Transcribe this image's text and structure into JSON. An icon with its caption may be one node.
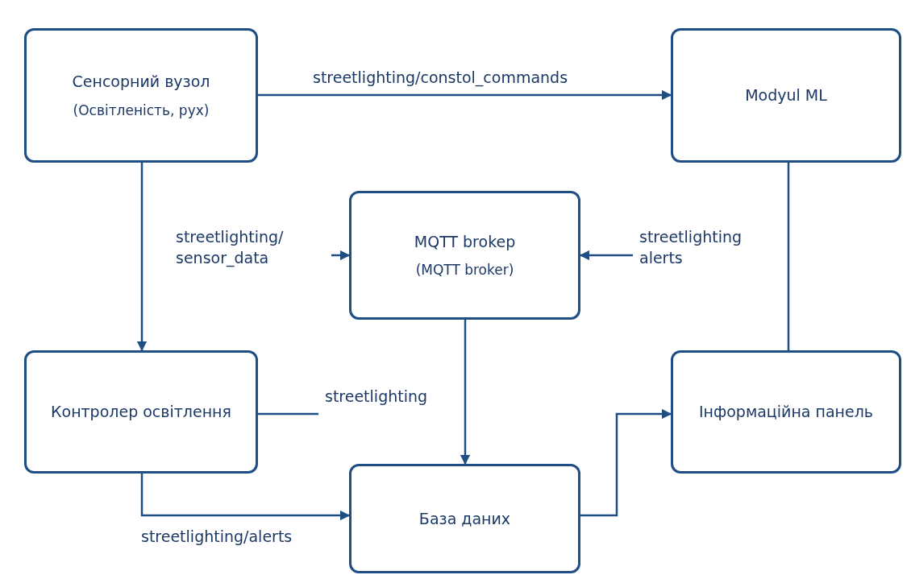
{
  "diagram": {
    "nodes": [
      {
        "text": [
          "Сенсорний вузол",
          "(Освітленість, рух)"
        ]
      },
      {
        "text": [
          "Modyul ML"
        ]
      },
      {
        "text": [
          "MQTT brokep",
          "(MQTT broker)"
        ]
      },
      {
        "text": [
          "Контролер освітлення"
        ]
      },
      {
        "text": [
          "Інформаційна панель"
        ]
      },
      {
        "text": [
          "База даних"
        ]
      }
    ],
    "edges": [
      {
        "from": 0,
        "to": 1,
        "arrow": "to",
        "label": "streetlighting/constol_commands"
      },
      {
        "from": 0,
        "to": 3,
        "arrow": "to"
      },
      {
        "from": null,
        "to": 2,
        "arrow": "to",
        "label": "streetlighting/ sensor_data"
      },
      {
        "from": null,
        "to": 2,
        "arrow": "to",
        "label": "streetlighting alerts"
      },
      {
        "from": 1,
        "to": 4,
        "arrow": "none"
      },
      {
        "from": 2,
        "to": 5,
        "arrow": "to"
      },
      {
        "from": 3,
        "to": null,
        "arrow": "none",
        "label": "streetlighting"
      },
      {
        "from": 3,
        "to": 5,
        "arrow": "to",
        "label": "streetlighting/alerts"
      },
      {
        "from": 5,
        "to": 4,
        "arrow": "to"
      }
    ]
  }
}
